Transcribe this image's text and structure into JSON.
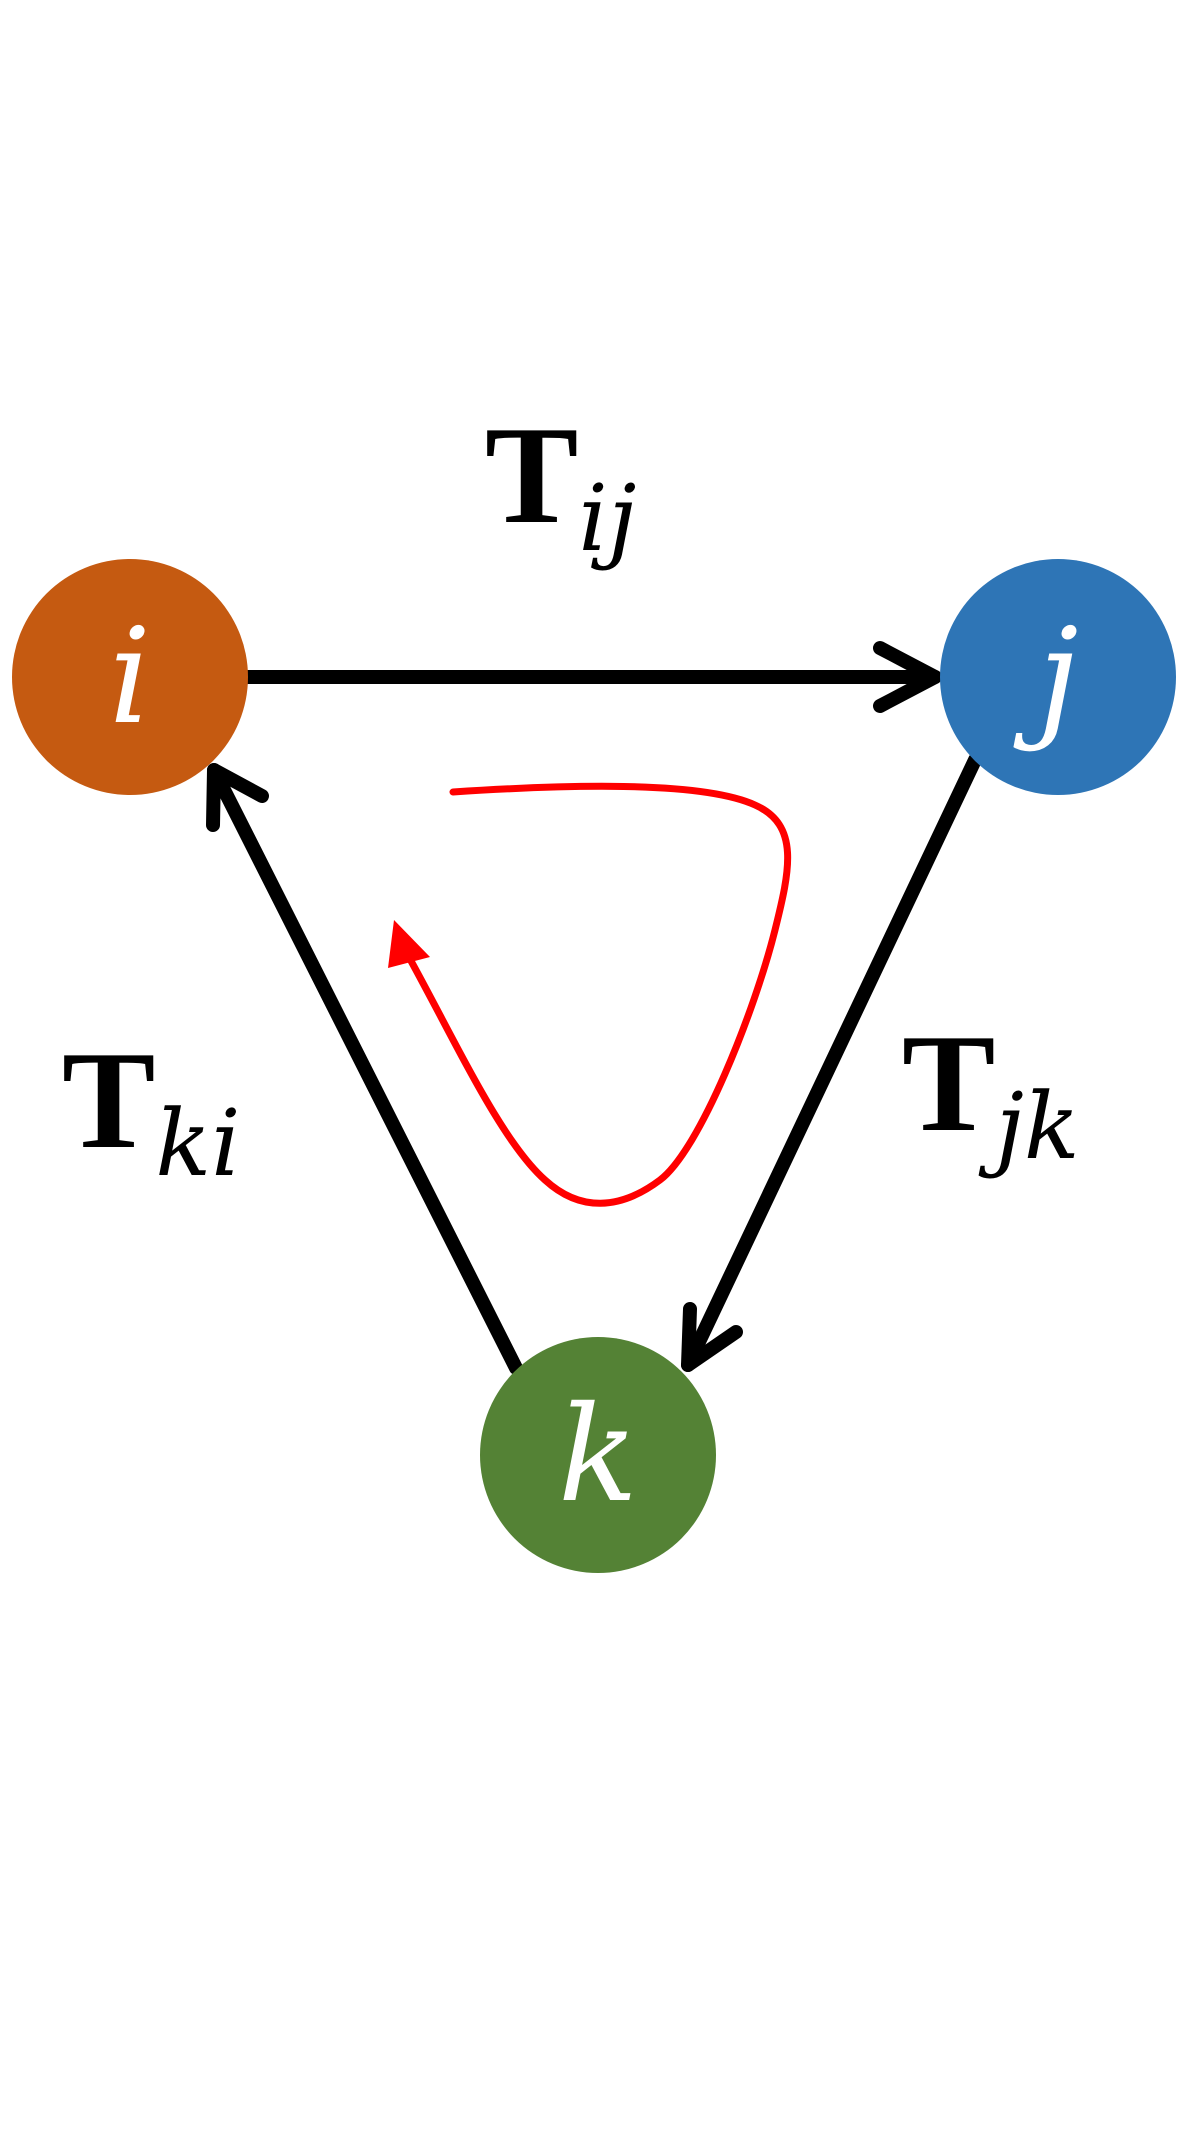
{
  "nodes": [
    {
      "id": "i",
      "label": "i",
      "color": "#c55a11"
    },
    {
      "id": "j",
      "label": "j",
      "color": "#2e75b6"
    },
    {
      "id": "k",
      "label": "k",
      "color": "#548235"
    }
  ],
  "edges": [
    {
      "id": "ij",
      "from": "i",
      "to": "j",
      "label_main": "T",
      "label_sub": "ij"
    },
    {
      "id": "jk",
      "from": "j",
      "to": "k",
      "label_main": "T",
      "label_sub": "jk"
    },
    {
      "id": "ki",
      "from": "k",
      "to": "i",
      "label_main": "T",
      "label_sub": "ki"
    }
  ],
  "colors": {
    "edge": "#000000",
    "cycle_arrow": "#ff0000",
    "node_text": "#ffffff",
    "background": "#ffffff"
  }
}
